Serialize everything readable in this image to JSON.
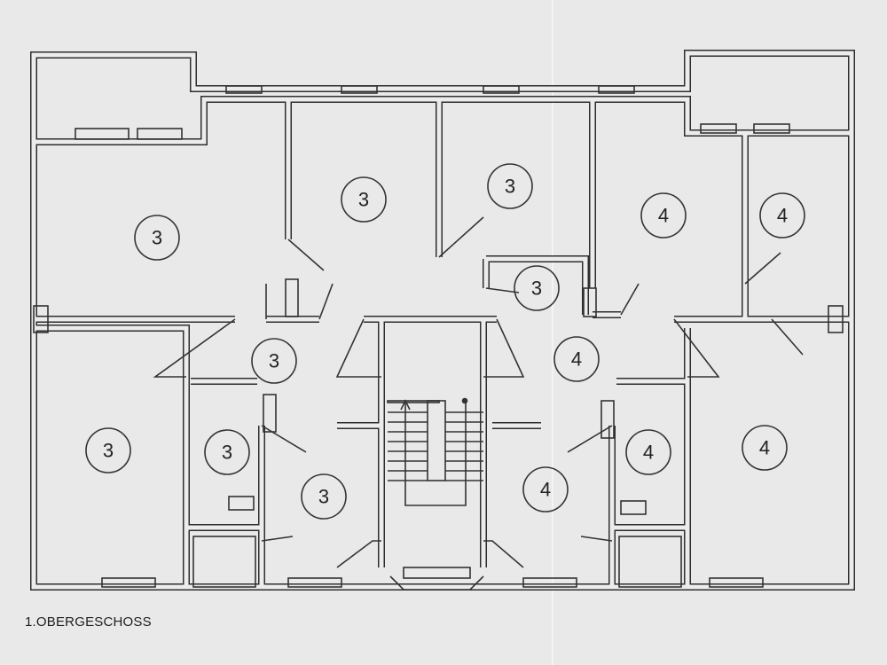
{
  "plan": {
    "title": "1.OBERGESCHOSS",
    "rooms": [
      {
        "label": "3"
      },
      {
        "label": "3"
      },
      {
        "label": "3"
      },
      {
        "label": "4"
      },
      {
        "label": "4"
      },
      {
        "label": "3"
      },
      {
        "label": "3"
      },
      {
        "label": "4"
      },
      {
        "label": "3"
      },
      {
        "label": "3"
      },
      {
        "label": "3"
      },
      {
        "label": "4"
      },
      {
        "label": "4"
      },
      {
        "label": "4"
      }
    ]
  }
}
